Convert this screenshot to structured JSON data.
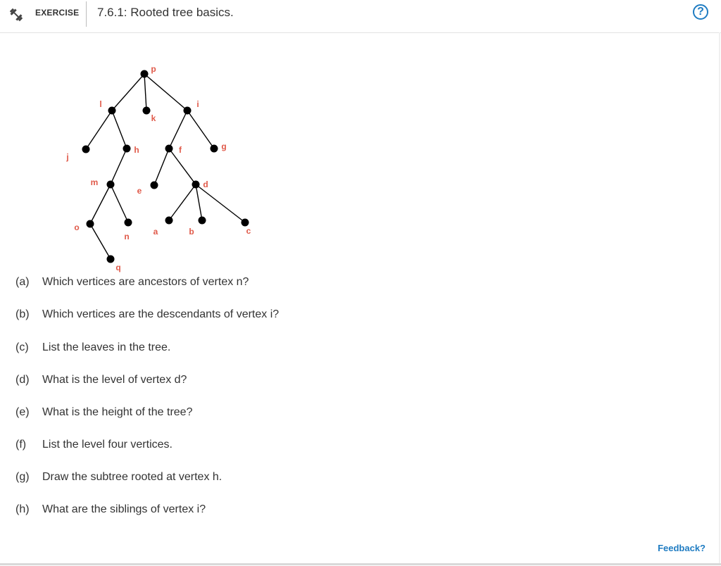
{
  "header": {
    "exercise_label": "EXERCISE",
    "title": "7.6.1: Rooted tree basics.",
    "help_icon": "question-circle-icon",
    "help_symbol": "?"
  },
  "tree": {
    "vertices": [
      "p",
      "l",
      "k",
      "i",
      "j",
      "h",
      "f",
      "g",
      "m",
      "e",
      "d",
      "o",
      "n",
      "a",
      "b",
      "c",
      "q"
    ],
    "edges": [
      [
        "p",
        "l"
      ],
      [
        "p",
        "k"
      ],
      [
        "p",
        "i"
      ],
      [
        "l",
        "j"
      ],
      [
        "l",
        "h"
      ],
      [
        "i",
        "f"
      ],
      [
        "i",
        "g"
      ],
      [
        "h",
        "m"
      ],
      [
        "f",
        "e"
      ],
      [
        "f",
        "d"
      ],
      [
        "m",
        "o"
      ],
      [
        "m",
        "n"
      ],
      [
        "d",
        "a"
      ],
      [
        "d",
        "b"
      ],
      [
        "d",
        "c"
      ],
      [
        "o",
        "q"
      ]
    ],
    "colors": {
      "node": "#000000",
      "edge": "#000000",
      "label": "#e05a4a"
    }
  },
  "questions": [
    {
      "tag": "(a)",
      "text": "Which vertices are ancestors of vertex n?"
    },
    {
      "tag": "(b)",
      "text": "Which vertices are the descendants of vertex i?"
    },
    {
      "tag": "(c)",
      "text": "List the leaves in the tree."
    },
    {
      "tag": "(d)",
      "text": "What is the level of vertex d?"
    },
    {
      "tag": "(e)",
      "text": "What is the height of the tree?"
    },
    {
      "tag": "(f)",
      "text": "List the level four vertices."
    },
    {
      "tag": "(g)",
      "text": "Draw the subtree rooted at vertex h."
    },
    {
      "tag": "(h)",
      "text": "What are the siblings of vertex i?"
    }
  ],
  "footer": {
    "feedback_label": "Feedback?"
  },
  "colors": {
    "accent": "#1f7cc2",
    "text": "#333333"
  }
}
